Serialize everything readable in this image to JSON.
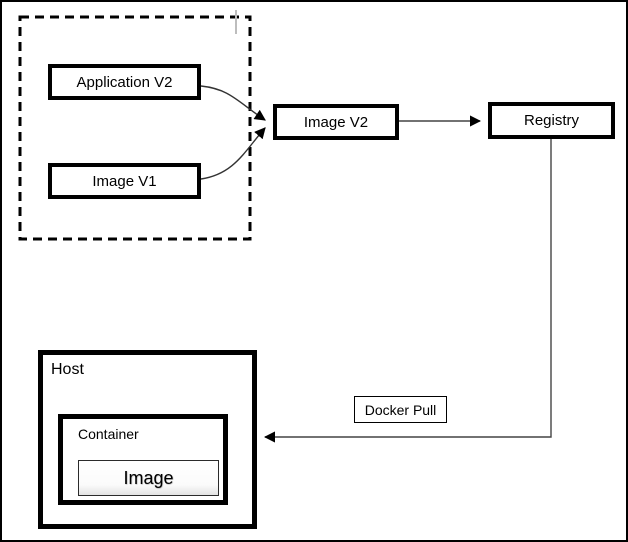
{
  "colors": {
    "background": "#ffffff",
    "box_border": "#000000",
    "connector": "#444444"
  },
  "nodes": {
    "application_v2": {
      "label": "Application V2"
    },
    "image_v1": {
      "label": "Image V1"
    },
    "image_v2": {
      "label": "Image V2"
    },
    "registry": {
      "label": "Registry"
    },
    "host": {
      "label": "Host"
    },
    "container": {
      "label": "Container"
    },
    "image": {
      "label": "Image"
    }
  },
  "edges": [
    {
      "from": "application_v2",
      "to": "image_v2",
      "label": ""
    },
    {
      "from": "image_v1",
      "to": "image_v2",
      "label": ""
    },
    {
      "from": "image_v2",
      "to": "registry",
      "label": ""
    },
    {
      "from": "registry",
      "to": "container",
      "label": "Docker Pull"
    }
  ]
}
